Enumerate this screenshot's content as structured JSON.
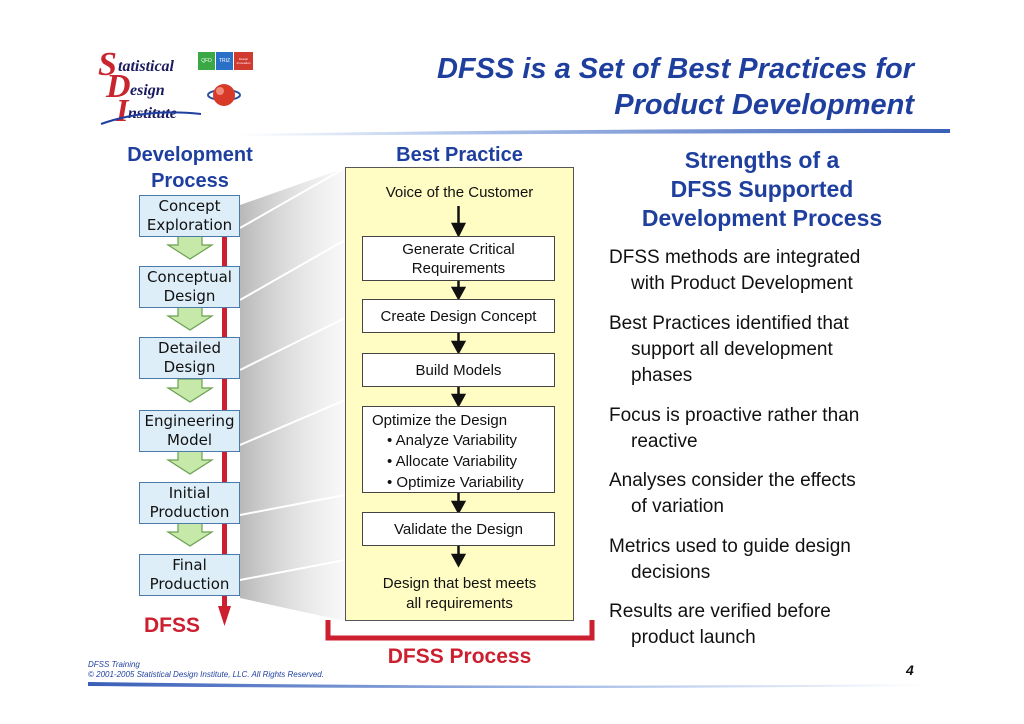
{
  "logo": {
    "line1": "tatistical",
    "line2": "esign",
    "line3": "nstitute",
    "initials": [
      "S",
      "D",
      "I"
    ],
    "badges": [
      "QFD",
      "TRIZ",
      "Design Innovation"
    ]
  },
  "title": {
    "line1": "DFSS is a Set of Best Practices for",
    "line2": "Product Development"
  },
  "development_process": {
    "heading_line1": "Development",
    "heading_line2": "Process",
    "stages": [
      {
        "line1": "Concept",
        "line2": "Exploration"
      },
      {
        "line1": "Conceptual",
        "line2": "Design"
      },
      {
        "line1": "Detailed",
        "line2": "Design"
      },
      {
        "line1": "Engineering",
        "line2": "Model"
      },
      {
        "line1": "Initial",
        "line2": "Production"
      },
      {
        "line1": "Final",
        "line2": "Production"
      }
    ],
    "dfss_label": "DFSS"
  },
  "best_practice": {
    "heading": "Best Practice",
    "top_text": "Voice of the Customer",
    "boxes": {
      "generate_line1": "Generate Critical",
      "generate_line2": "Requirements",
      "create": "Create Design Concept",
      "build": "Build Models",
      "optimize_title": "Optimize the Design",
      "optimize_bullets": [
        "• Analyze Variability",
        "• Allocate Variability",
        "• Optimize Variability"
      ],
      "validate": "Validate the Design"
    },
    "bottom_line1": "Design that best meets",
    "bottom_line2": "all requirements",
    "process_label": "DFSS Process"
  },
  "strengths": {
    "heading_line1": "Strengths of a",
    "heading_line2": "DFSS Supported",
    "heading_line3": "Development Process",
    "items": [
      {
        "line1": "DFSS methods are integrated",
        "line2": "with Product Development"
      },
      {
        "line1": "Best Practices identified that",
        "line2": "support all development",
        "line3": "phases"
      },
      {
        "line1": "Focus is proactive rather than",
        "line2": "reactive"
      },
      {
        "line1": "Analyses consider the effects",
        "line2": "of variation"
      },
      {
        "line1": "Metrics used to guide design",
        "line2": "decisions"
      },
      {
        "line1": "Results are verified before",
        "line2": "product launch"
      }
    ]
  },
  "footer": {
    "line1": "DFSS Training",
    "line2": "© 2001-2005 Statistical Design Institute, LLC.  All Rights Reserved.",
    "page_number": "4"
  },
  "colors": {
    "title_blue": "#1f3f9f",
    "accent_red": "#cc1f2f",
    "stage_fill": "#ddeef9",
    "arrow_green": "#c6e8a8",
    "panel_yellow": "#fffdc4"
  }
}
